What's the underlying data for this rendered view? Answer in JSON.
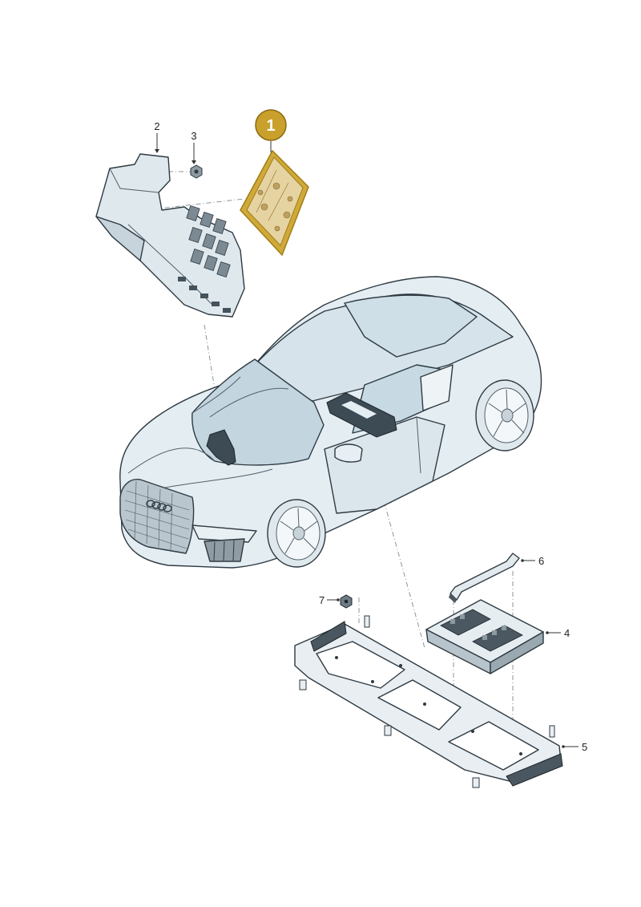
{
  "highlight_color": "#c9a02c",
  "callouts": [
    {
      "id": "1",
      "label": "1",
      "highlighted": true
    },
    {
      "id": "2",
      "label": "2"
    },
    {
      "id": "3",
      "label": "3"
    },
    {
      "id": "4",
      "label": "4"
    },
    {
      "id": "5",
      "label": "5"
    },
    {
      "id": "6",
      "label": "6"
    },
    {
      "id": "7",
      "label": "7"
    }
  ]
}
